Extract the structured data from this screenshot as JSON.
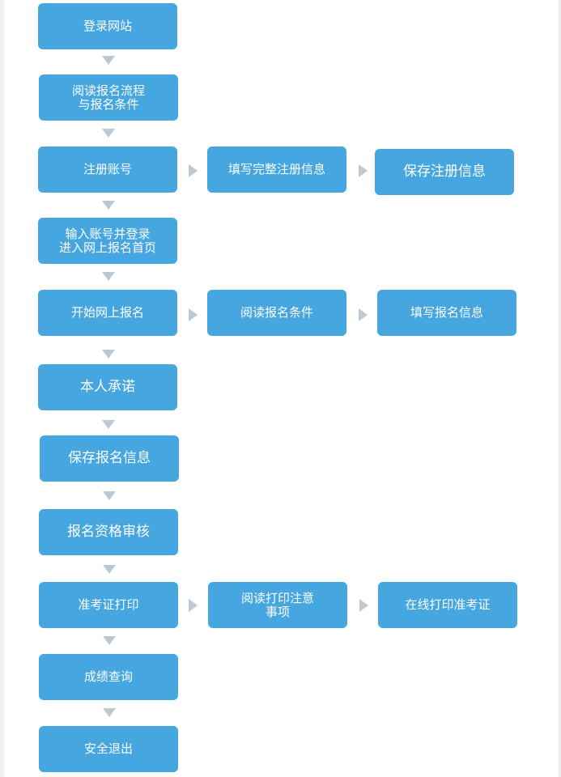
{
  "steps": {
    "s1": "登录网站",
    "s2": "阅读报名流程\n与报名条件",
    "s3": "注册账号",
    "s3a": "填写完整注册信息",
    "s3b": "保存注册信息",
    "s4": "输入账号并登录\n进入网上报名首页",
    "s5": "开始网上报名",
    "s5a": "阅读报名条件",
    "s5b": "填写报名信息",
    "s6": "本人承诺",
    "s7": "保存报名信息",
    "s8": "报名资格审核",
    "s9": "准考证打印",
    "s9a": "阅读打印注意\n事项",
    "s9b": "在线打印准考证",
    "s10": "成绩查询",
    "s11": "安全退出"
  },
  "colors": {
    "box": "#46a6e0",
    "arrow": "#bdc8d2"
  }
}
